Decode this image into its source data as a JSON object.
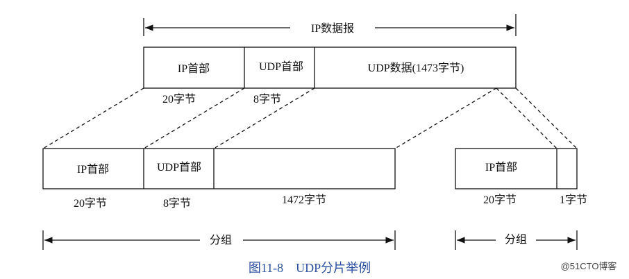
{
  "datagram": {
    "span_label": "IP数据报",
    "fields": [
      {
        "label": "IP首部",
        "size_label": "20字节"
      },
      {
        "label": "UDP首部",
        "size_label": "8字节"
      },
      {
        "label": "UDP数据(1473字节)",
        "size_label": ""
      }
    ]
  },
  "fragment1": {
    "span_label": "分组",
    "fields": [
      {
        "label": "IP首部",
        "size_label": "20字节"
      },
      {
        "label": "UDP首部",
        "size_label": "8字节"
      },
      {
        "label": "",
        "size_label": "1472字节"
      }
    ]
  },
  "fragment2": {
    "span_label": "分组",
    "fields": [
      {
        "label": "IP首部",
        "size_label": "20字节"
      },
      {
        "label": "",
        "size_label": "1字节"
      }
    ]
  },
  "caption": "图11-8    UDP分片举例",
  "watermark": "@51CTO博客"
}
